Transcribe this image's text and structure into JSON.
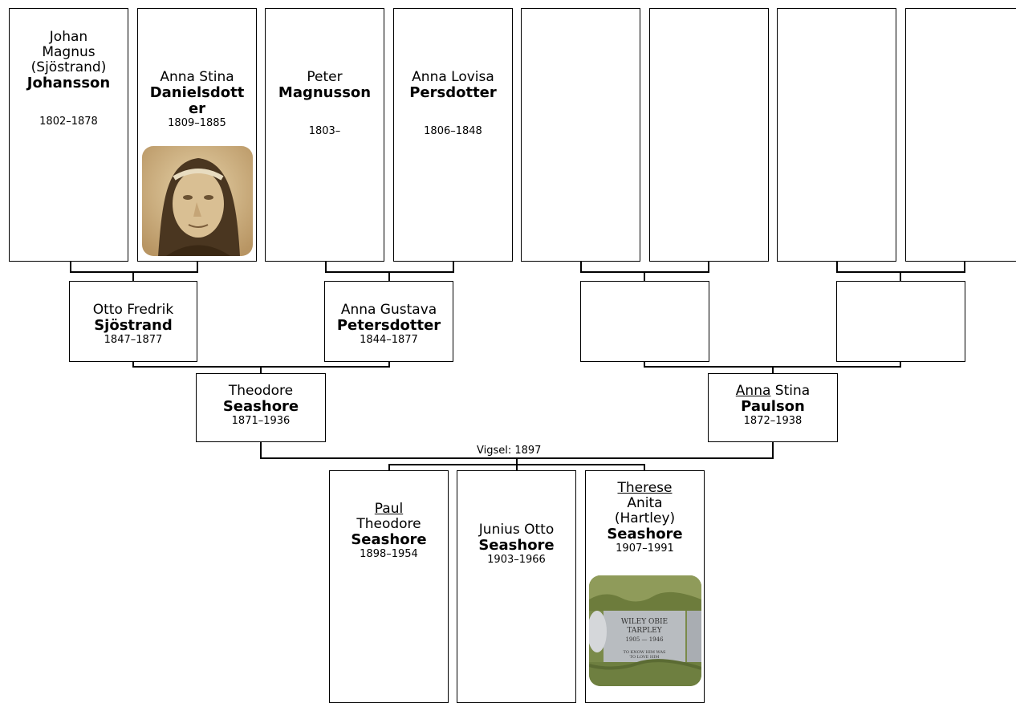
{
  "people": {
    "johan": {
      "line1": "Johan",
      "line2": "Magnus",
      "line3": "(Sjöstrand)",
      "surname": "Johansson",
      "dates": "1802–1878"
    },
    "anna_stina_d": {
      "line1": "Anna Stina",
      "surname_a": "Danielsdott",
      "surname_b": "er",
      "dates": "1809–1885"
    },
    "peter": {
      "line1": "Peter",
      "surname": "Magnusson",
      "dates": "1803–"
    },
    "anna_lovisa": {
      "line1": "Anna Lovisa",
      "surname": "Persdotter",
      "dates": "1806–1848"
    },
    "otto": {
      "line1": "Otto Fredrik",
      "surname": "Sjöstrand",
      "dates": "1847–1877"
    },
    "anna_gustava": {
      "line1": "Anna Gustava",
      "surname": "Petersdotter",
      "dates": "1844–1877"
    },
    "theodore": {
      "line1": "Theodore",
      "surname": "Seashore",
      "dates": "1871–1936"
    },
    "anna_stina_p": {
      "given_u": "Anna",
      "given_rest": " Stina",
      "surname": "Paulson",
      "dates": "1872–1938"
    },
    "paul": {
      "given_u": "Paul",
      "line2": "Theodore",
      "surname": "Seashore",
      "dates": "1898–1954"
    },
    "junius": {
      "line1": "Junius Otto",
      "surname": "Seashore",
      "dates": "1903–1966"
    },
    "therese": {
      "given_u": "Therese",
      "line2": "Anita",
      "line3": "(Hartley)",
      "surname": "Seashore",
      "dates": "1907–1991"
    }
  },
  "marriage": {
    "label": "Vigsel: 1897"
  },
  "gravestone": {
    "line1": "WILEY OBIE",
    "line2": "TARPLEY",
    "line3": "1905 — 1946",
    "line4": "TO KNOW HIM WAS",
    "line5": "TO LOVE HIM"
  }
}
